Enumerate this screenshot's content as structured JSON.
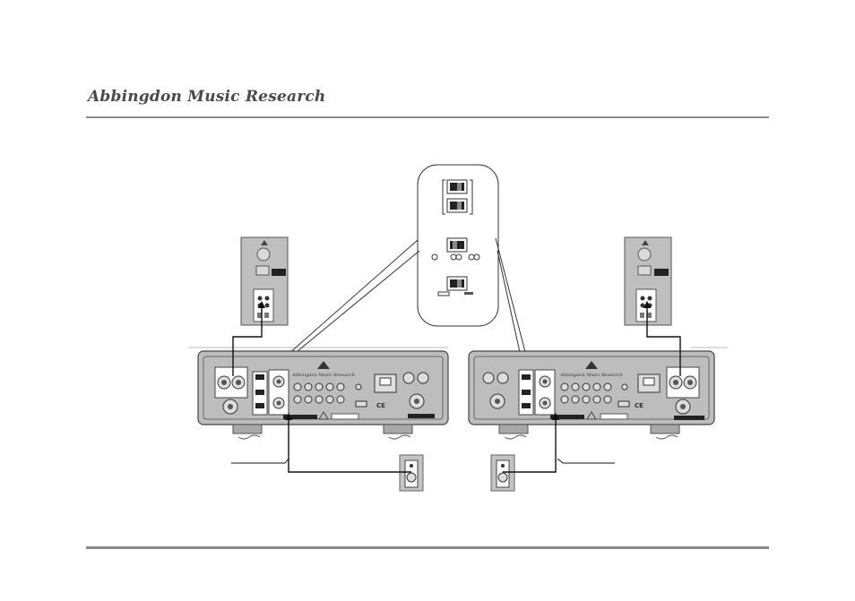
{
  "header": {
    "brand": "Abbingdon Music Research"
  },
  "diagram": {
    "amp_brand": "Abbingdon Music Research",
    "ce_mark": "CE"
  }
}
